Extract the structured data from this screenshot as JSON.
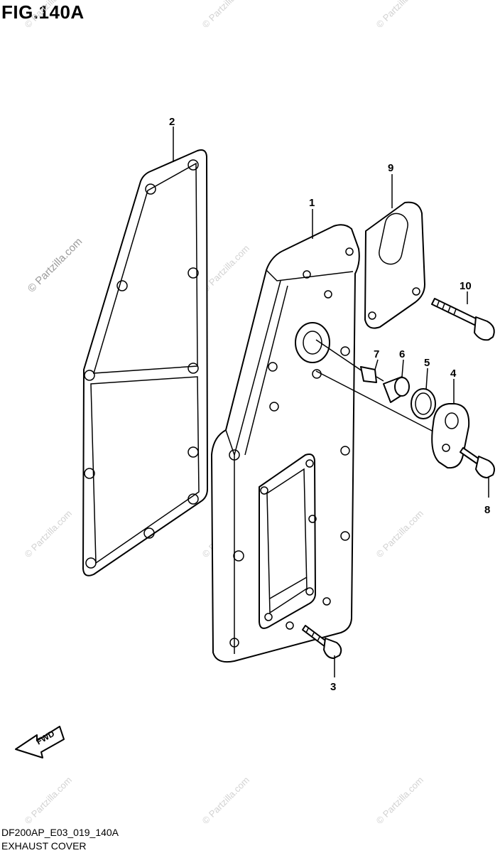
{
  "figure": {
    "title": "FIG.140A",
    "code": "DF200AP_E03_019_140A",
    "name": "EXHAUST COVER"
  },
  "callouts": [
    "1",
    "2",
    "3",
    "4",
    "5",
    "6",
    "7",
    "8",
    "9",
    "10"
  ],
  "fwd_arrow": {
    "label": "FWD"
  },
  "watermark": {
    "text": "© Partzilla.com"
  }
}
